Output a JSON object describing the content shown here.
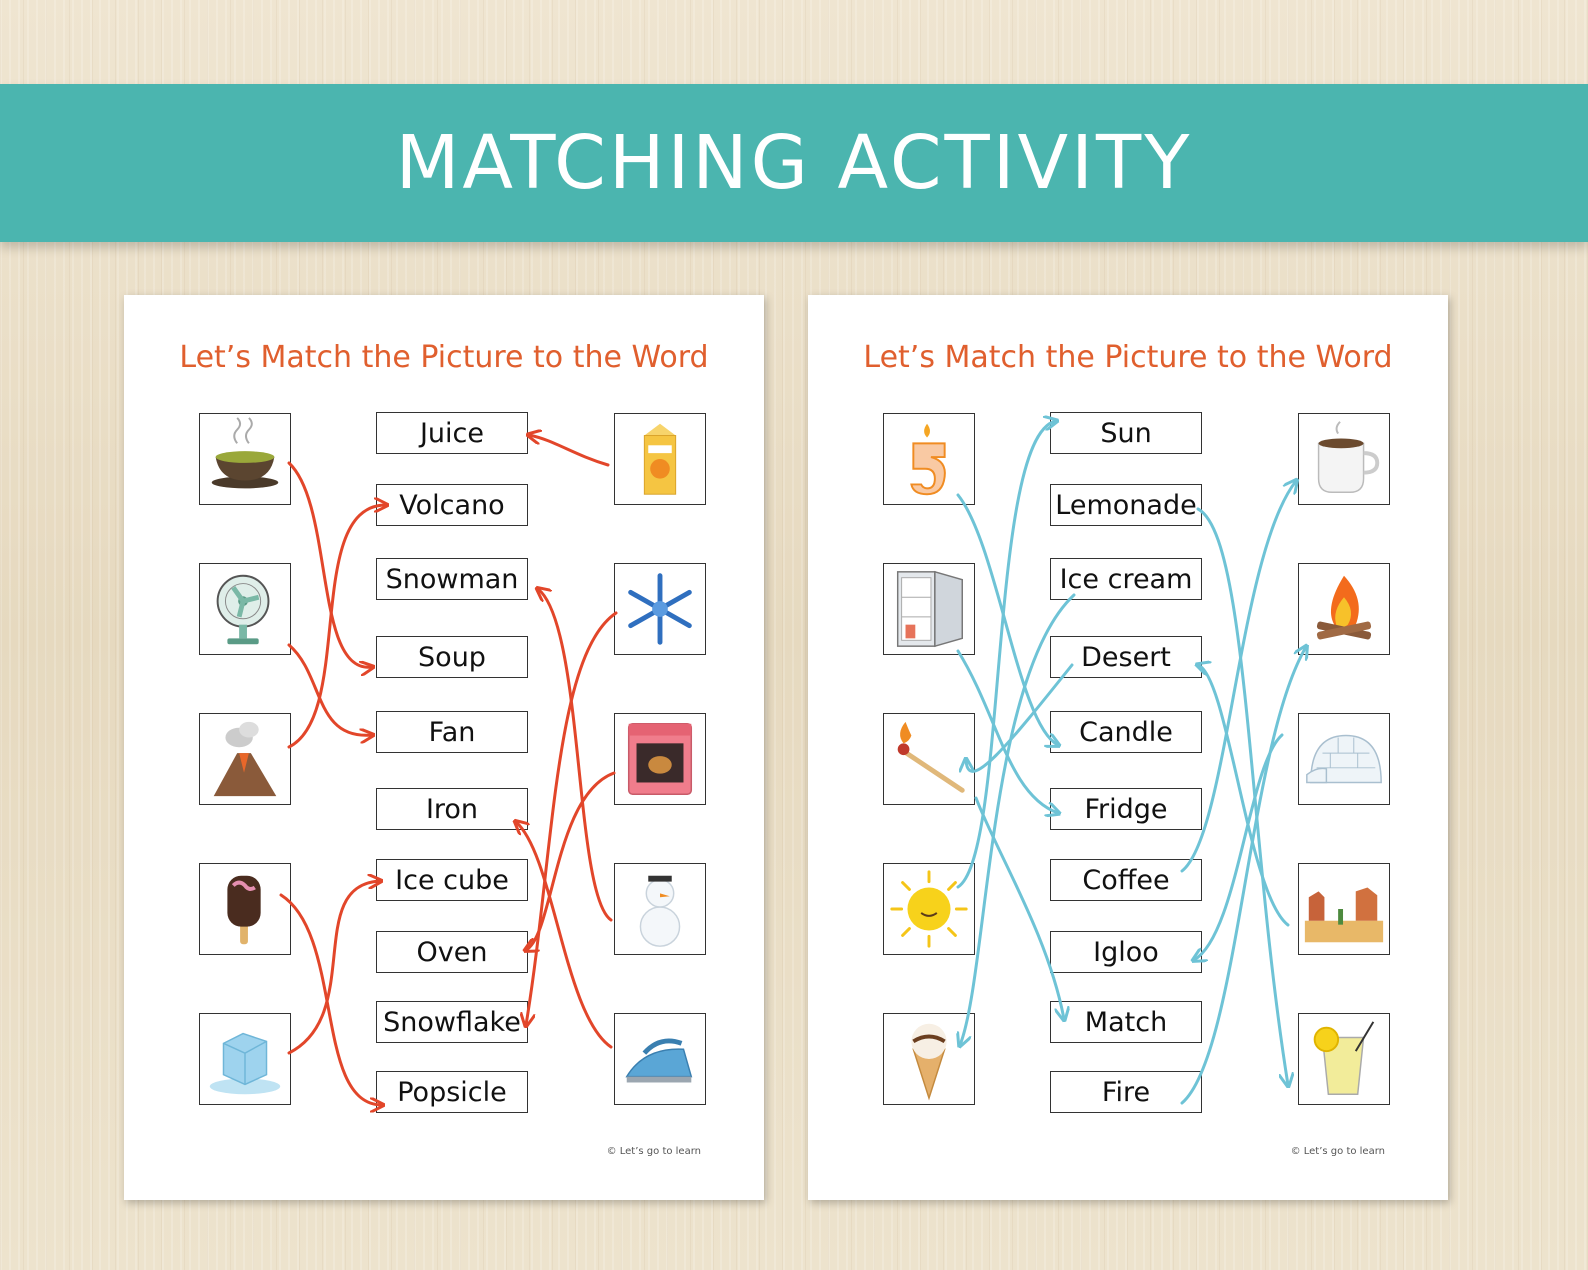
{
  "banner": {
    "title": "MATCHING ACTIVITY"
  },
  "colors": {
    "banner": "#4bb5af",
    "sheet_title": "#e05f2e",
    "left_arrows": "#e2462a",
    "right_arrows": "#6ec3d6"
  },
  "sheets": [
    {
      "title": "Let’s Match the Picture to the Word",
      "copyright": "© Let’s go to learn",
      "left_pictures": [
        "soup-icon",
        "fan-icon",
        "volcano-icon",
        "popsicle-icon",
        "ice-cube-icon"
      ],
      "words": [
        "Juice",
        "Volcano",
        "Snowman",
        "Soup",
        "Fan",
        "Iron",
        "Ice cube",
        "Oven",
        "Snowflake",
        "Popsicle"
      ],
      "right_pictures": [
        "juice-carton-icon",
        "snowflake-icon",
        "oven-icon",
        "snowman-icon",
        "iron-icon"
      ]
    },
    {
      "title": "Let’s Match the Picture to the Word",
      "copyright": "© Let’s go to learn",
      "left_pictures": [
        "candle-icon",
        "fridge-icon",
        "match-icon",
        "sun-icon",
        "ice-cream-icon"
      ],
      "words": [
        "Sun",
        "Lemonade",
        "Ice cream",
        "Desert",
        "Candle",
        "Fridge",
        "Coffee",
        "Igloo",
        "Match",
        "Fire"
      ],
      "right_pictures": [
        "coffee-cup-icon",
        "campfire-icon",
        "igloo-icon",
        "desert-icon",
        "lemonade-icon"
      ]
    }
  ]
}
